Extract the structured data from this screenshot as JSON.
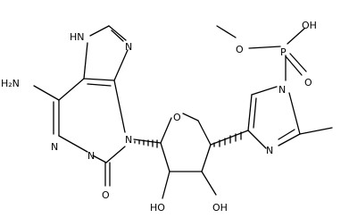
{
  "labels": {
    "nh_imidazole": "HN",
    "nh2": "H₂N",
    "n_ring_1": "N",
    "n_ring_2": "N",
    "n_ring_3": "N",
    "n_glycosidic": "N",
    "o_carbonyl": "O",
    "o_ring": "O",
    "ho_left": "HO",
    "oh_right": "OH",
    "n_imid_top": "N",
    "n_imid_bottom": "N",
    "p": "P",
    "o_methoxy": "O",
    "oh_phos": "OH",
    "o_phos_double": "O"
  }
}
